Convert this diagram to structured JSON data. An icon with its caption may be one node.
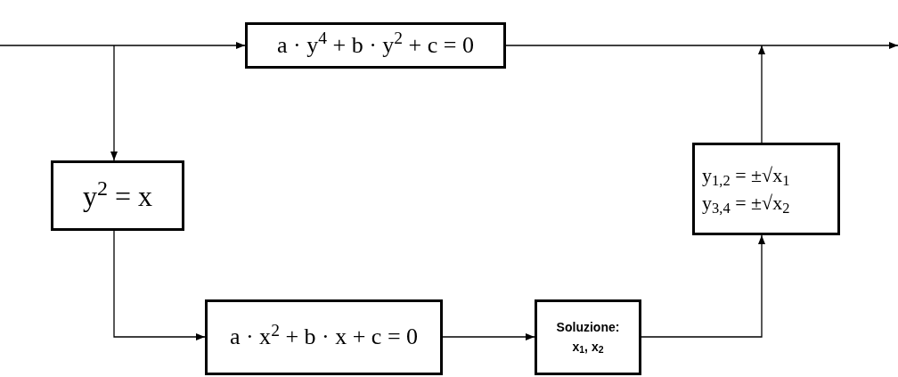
{
  "diagram": {
    "nodes": [
      {
        "text": [
          "a · y$^{4}$ + b · y$^{2}$ + c = 0"
        ]
      },
      {
        "text": [
          "y$^{2}$ = x"
        ]
      },
      {
        "text": [
          "a · x$^{2}$ + b · x + c = 0"
        ]
      },
      {
        "text": [
          "Soluzione:",
          "x$_{1}$, x$_{2}$"
        ]
      },
      {
        "text": [
          "y$_{1,2}$ = ±√x$_{1}$",
          "y$_{3,4}$ = ±√x$_{2}$"
        ]
      }
    ],
    "edges": [
      {
        "from": null,
        "to": 0,
        "arrow": "to"
      },
      {
        "from": null,
        "to": 1,
        "arrow": "to"
      },
      {
        "from": 0,
        "to": null,
        "arrow": "to"
      },
      {
        "from": 1,
        "to": 2,
        "arrow": "to"
      },
      {
        "from": 2,
        "to": 3,
        "arrow": "to"
      },
      {
        "from": 3,
        "to": 4,
        "arrow": "to"
      },
      {
        "from": 4,
        "to": null,
        "arrow": "to"
      }
    ]
  }
}
